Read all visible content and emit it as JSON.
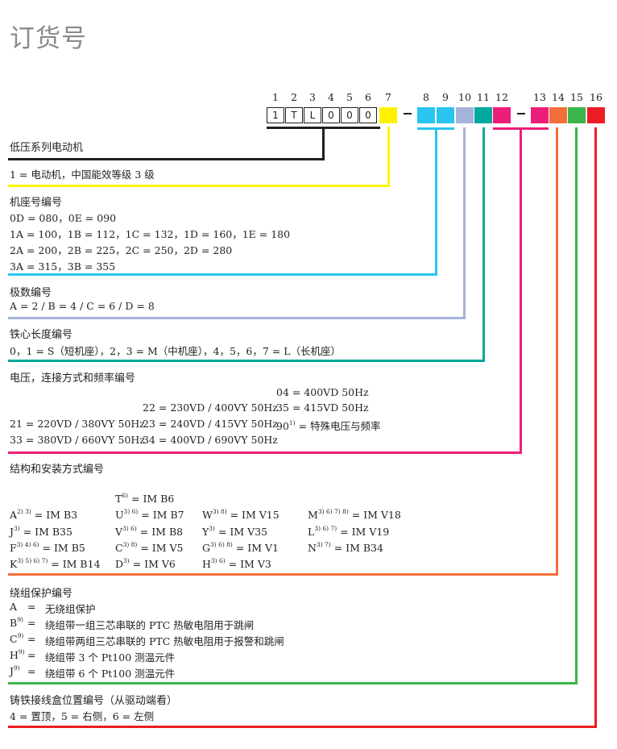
{
  "title": "订货号",
  "positions": [
    "1",
    "2",
    "3",
    "4",
    "5",
    "6",
    "7",
    "8",
    "9",
    "10",
    "11",
    "12",
    "13",
    "14",
    "15",
    "16"
  ],
  "code_chars": [
    "1",
    "T",
    "L",
    "0",
    "0",
    "0"
  ],
  "dash_symbol": "–",
  "colors": {
    "black": "#231f20",
    "pos7_yellow": "#fff200",
    "pos8_9_cyan": "#29c4f0",
    "pos10_lavender": "#a4b3da",
    "pos11_teal": "#00a99d",
    "pos12_13_magenta": "#ed1e79",
    "pos14_orange": "#f26f3a",
    "pos15_green": "#3ab54a",
    "pos16_red": "#ed1c24"
  },
  "s1": {
    "header": "低压系列电动机"
  },
  "s2": {
    "line": "1 = 电动机，中国能效等级 3 级"
  },
  "s3": {
    "header": "机座号编号",
    "lines": [
      "0D = 080，0E = 090",
      "1A = 100，1B = 112，1C = 132，1D = 160，1E = 180",
      "2A = 200，2B = 225，2C = 250，2D = 280",
      "3A = 315，3B = 355"
    ]
  },
  "s4": {
    "header": "极数编号",
    "line": "A = 2 / B = 4 / C = 6 / D = 8"
  },
  "s5": {
    "header": "铁心长度编号",
    "line": "0，1 = S（短机座），2，3 = M（中机座），4，5，6，7 = L（长机座）"
  },
  "s6": {
    "header": "电压，连接方式和频率编号",
    "c1": [
      "21 = 220VD / 380VY 50Hz",
      "33 = 380VD / 660VY 50Hz"
    ],
    "c2": [
      "22 = 230VD / 400VY 50Hz",
      "23 = 240VD / 415VY 50Hz",
      "34 = 400VD / 690VY 50Hz"
    ],
    "c3": [
      "04 = 400VD 50Hz",
      "35 = 415VD 50Hz"
    ],
    "c3_special": {
      "code": "90",
      "sup": "1)",
      "text": " = 特殊电压与频率"
    }
  },
  "s7": {
    "header": "结构和安装方式编号",
    "col1": [
      {
        "code": "A",
        "sup": "2) 3)",
        "text": " = IM B3"
      },
      {
        "code": "J",
        "sup": "3)",
        "text": " = IM B35"
      },
      {
        "code": "F",
        "sup": "3) 4) 6)",
        "text": " = IM B5"
      },
      {
        "code": "K",
        "sup": "3) 5) 6) 7)",
        "text": " = IM B14"
      }
    ],
    "col2": [
      {
        "code": "T",
        "sup": "6)",
        "text": " = IM B6"
      },
      {
        "code": "U",
        "sup": "3) 6)",
        "text": " = IM B7"
      },
      {
        "code": "V",
        "sup": "3) 6)",
        "text": " = IM B8"
      },
      {
        "code": "C",
        "sup": "3) 8)",
        "text": " = IM V5"
      },
      {
        "code": "D",
        "sup": "3)",
        "text": " = IM V6"
      }
    ],
    "col3": [
      {
        "code": "W",
        "sup": "3) 8)",
        "text": " = IM V15"
      },
      {
        "code": "Y",
        "sup": "3)",
        "text": " = IM V35"
      },
      {
        "code": "G",
        "sup": "3) 6) 8)",
        "text": " = IM V1"
      },
      {
        "code": "H",
        "sup": "3) 6)",
        "text": " = IM V3"
      }
    ],
    "col4": [
      {
        "code": "M",
        "sup": "3) 6) 7) 8)",
        "text": " = IM V18"
      },
      {
        "code": "L",
        "sup": "3) 6) 7)",
        "text": " = IM V19"
      },
      {
        "code": "N",
        "sup": "3) 7)",
        "text": " = IM B34"
      }
    ]
  },
  "s8": {
    "header": "绕组保护编号",
    "rows": [
      {
        "code": "A",
        "sup": "",
        "text": "无绕组保护"
      },
      {
        "code": "B",
        "sup": "9)",
        "text": "绕组带一组三芯串联的 PTC 热敏电阻用于跳闸"
      },
      {
        "code": "C",
        "sup": "9)",
        "text": "绕组带两组三芯串联的 PTC 热敏电阻用于报警和跳闸"
      },
      {
        "code": "H",
        "sup": "9)",
        "text": "绕组带 3 个 Pt100 测温元件"
      },
      {
        "code": "J",
        "sup": "9)",
        "text": "绕组带 6 个 Pt100 测温元件"
      }
    ],
    "eq": "="
  },
  "s9": {
    "header": "铸铁接线盒位置编号（从驱动端看）",
    "line": "4 = 置顶，5 = 右侧，6 = 左侧"
  }
}
